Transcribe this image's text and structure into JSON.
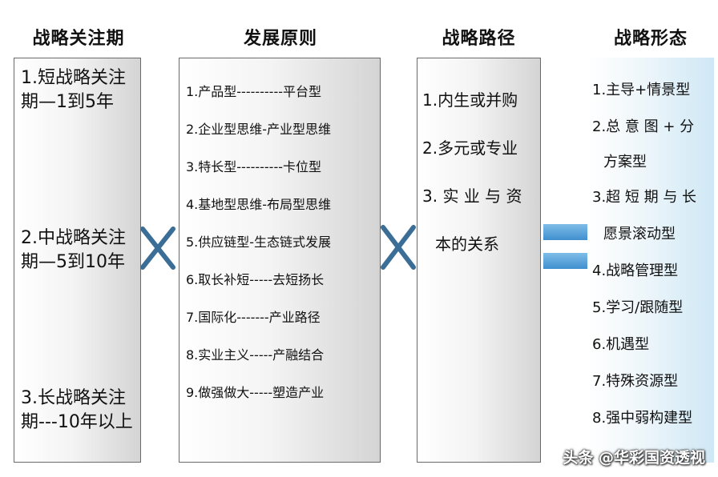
{
  "headers": {
    "col1": "战略关注期",
    "col2": "发展原则",
    "col3": "战略路径",
    "col4": "战略形态"
  },
  "col1": {
    "item1": "1.短战略关注期—1到5年",
    "item2": "2.中战略关注期—5到10年",
    "item3": "3.长战略关注期---10年以上"
  },
  "col2": {
    "items": [
      "1.产品型----------平台型",
      "2.企业型思维-产业型思维",
      "3.特长型----------卡位型",
      "4.基地型思维-布局型思维",
      "5.供应链型-生态链式发展",
      "6.取长补短-----去短扬长",
      "7.国际化-------产业路径",
      "8.实业主义-----产融结合",
      "9.做强做大-----塑造产业"
    ]
  },
  "col3": {
    "items": [
      "1.内生或并购",
      "2.多元或专业",
      "3. 实 业 与 资",
      "本的关系"
    ]
  },
  "col4": {
    "items": [
      "1.主导+情景型",
      "2.总 意 图 + 分",
      "方案型",
      "3.超 短 期 与 长",
      "愿景滚动型",
      "4.战略管理型",
      "5.学习/跟随型",
      "6.机遇型",
      "7.特殊资源型",
      "8.强中弱构建型"
    ]
  },
  "watermark": "头条 @华彩国资透视",
  "colors": {
    "operator_blue": "#3b6e96",
    "equals_blue": "#4a9bd6",
    "border_gray": "#6a6a6a"
  }
}
